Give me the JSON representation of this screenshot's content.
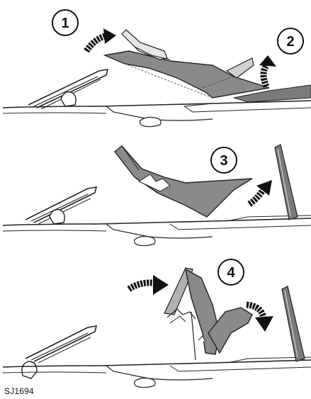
{
  "steps": [
    {
      "number": "1"
    },
    {
      "number": "2"
    },
    {
      "number": "3"
    },
    {
      "number": "4"
    }
  ],
  "figure_id": "SJ1694",
  "colors": {
    "line": "#222222",
    "roof_panel": "#8a8a8a",
    "roof_panel_light": "#b5b5b5",
    "arrow": "#111111",
    "background": "#ffffff"
  }
}
